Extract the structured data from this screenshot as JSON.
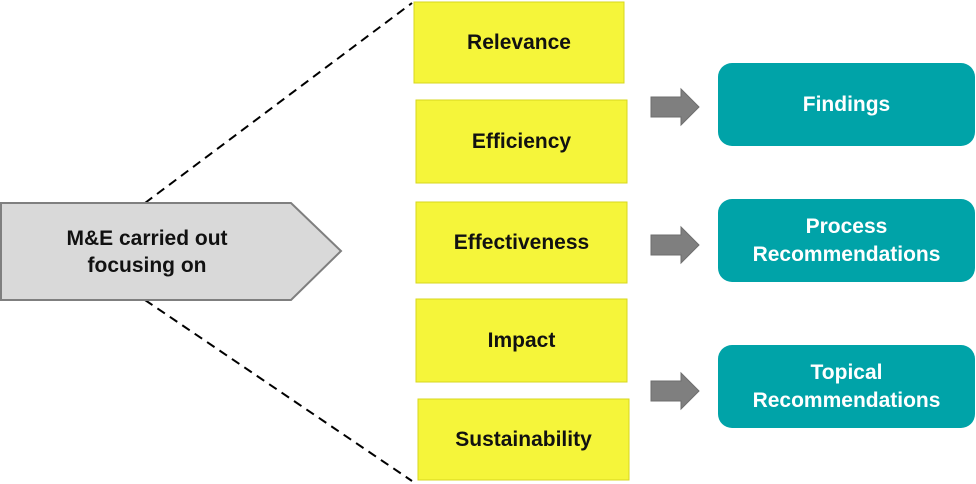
{
  "colors": {
    "criterion_fill": "#f5f53a",
    "criterion_stroke": "#d7d71f",
    "output_fill": "#00a3a8",
    "source_fill": "#d9d9d9",
    "source_stroke": "#7f7f7f",
    "arrow_fill": "#7f7f7f",
    "dashed_line": "#000000"
  },
  "source": {
    "label": "M&E carried out\nfocusing on"
  },
  "criteria": [
    {
      "label": "Relevance"
    },
    {
      "label": "Efficiency"
    },
    {
      "label": "Effectiveness"
    },
    {
      "label": "Impact"
    },
    {
      "label": "Sustainability"
    }
  ],
  "outputs": [
    {
      "label": "Findings"
    },
    {
      "label": "Process\nRecommendations"
    },
    {
      "label": "Topical\nRecommendations"
    }
  ],
  "icons": {
    "connector": "right-arrow-icon"
  }
}
